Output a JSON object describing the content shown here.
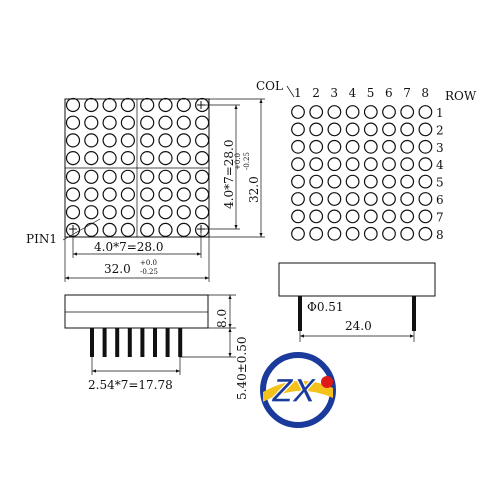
{
  "front_view": {
    "width_top": "4.0*7=28.0",
    "width_total": "32.0",
    "tol_top": "+0.0",
    "tol_bottom": "-0.25",
    "height_inner": "4.0*7=28.0",
    "height_total": "32.0",
    "pin1_label": "PIN1"
  },
  "schematic": {
    "col_label": "COL",
    "row_label": "ROW",
    "columns": [
      "1",
      "2",
      "3",
      "4",
      "5",
      "6",
      "7",
      "8"
    ],
    "rows": [
      "1",
      "2",
      "3",
      "4",
      "5",
      "6",
      "7",
      "8"
    ]
  },
  "side_view": {
    "height": "8.0",
    "pin_length": "5.40±0.50",
    "pin_pitch": "2.54*7=17.78"
  },
  "end_view": {
    "pin_diameter": "Φ0.51",
    "pin_span": "24.0"
  },
  "logo": {
    "text": "ZX",
    "colors": {
      "ring": "#1a3a9c",
      "letters": "#1a3a9c",
      "red": "#e01818",
      "band": "#f4c21a"
    }
  }
}
